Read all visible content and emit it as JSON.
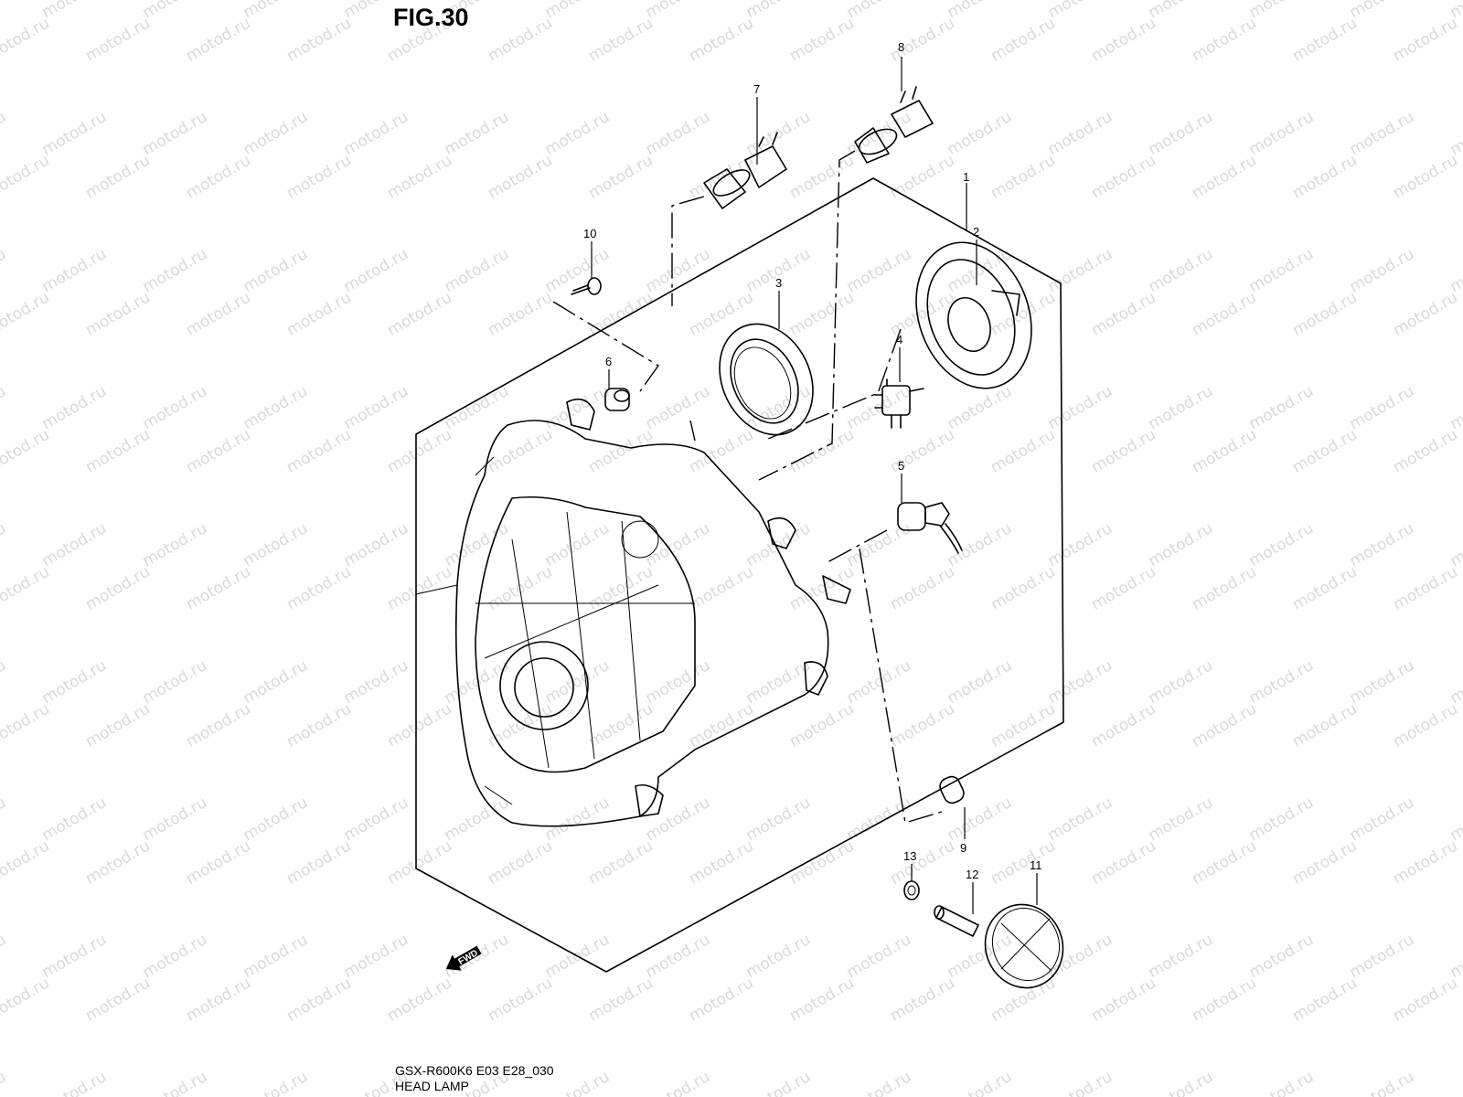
{
  "figure": {
    "title": "FIG.30",
    "model_code": "GSX-R600K6 E03 E28_030",
    "caption": "HEAD LAMP"
  },
  "watermark": {
    "text": "motod.ru",
    "color": "#d9d9d9"
  },
  "direction_marker": {
    "text": "FWD"
  },
  "parts": [
    {
      "number": "1"
    },
    {
      "number": "2"
    },
    {
      "number": "3"
    },
    {
      "number": "4"
    },
    {
      "number": "5"
    },
    {
      "number": "6"
    },
    {
      "number": "7"
    },
    {
      "number": "8"
    },
    {
      "number": "9"
    },
    {
      "number": "10"
    },
    {
      "number": "11"
    },
    {
      "number": "12"
    },
    {
      "number": "13"
    }
  ]
}
